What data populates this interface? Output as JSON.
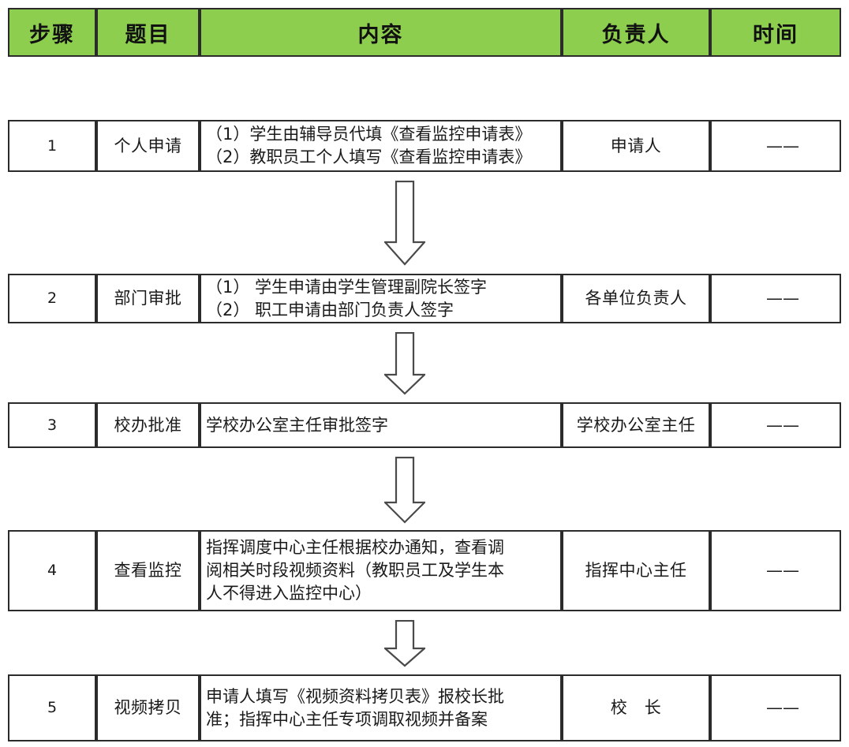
{
  "table": {
    "headers": [
      {
        "key": "step",
        "label": "步骤"
      },
      {
        "key": "title",
        "label": "题目"
      },
      {
        "key": "content",
        "label": "内容"
      },
      {
        "key": "owner",
        "label": "负责人"
      },
      {
        "key": "time",
        "label": "时间"
      }
    ],
    "header_bg": "#8DCE4F",
    "border_color": "#2B2B2B",
    "rows": [
      {
        "step": "1",
        "title": "个人申请",
        "content_lines": [
          "（1）学生由辅导员代填《查看监控申请表》",
          "（2）教职员工个人填写《查看监控申请表》"
        ],
        "owner": "申请人",
        "time": "——"
      },
      {
        "step": "2",
        "title": "部门审批",
        "content_lines": [
          "（1） 学生申请由学生管理副院长签字",
          "（2） 职工申请由部门负责人签字"
        ],
        "owner": "各单位负责人",
        "time": "——"
      },
      {
        "step": "3",
        "title": "校办批准",
        "content_lines": [
          "学校办公室主任审批签字"
        ],
        "owner": "学校办公室主任",
        "time": "——"
      },
      {
        "step": "4",
        "title": "查看监控",
        "content_lines": [
          "指挥调度中心主任根据校办通知，查看调",
          "阅相关时段视频资料（教职员工及学生本",
          "人不得进入监控中心）"
        ],
        "owner": "指挥中心主任",
        "time": "——"
      },
      {
        "step": "5",
        "title": "视频拷贝",
        "content_lines": [
          "申请人填写《视频资料拷贝表》报校长批",
          "准；指挥中心主任专项调取视频并备案"
        ],
        "owner": "校　长",
        "time": "——"
      }
    ],
    "connectors": [
      {
        "name": "arrow-step-1-to-2",
        "direction": "down"
      },
      {
        "name": "arrow-step-2-to-3",
        "direction": "down"
      },
      {
        "name": "arrow-step-3-to-4",
        "direction": "down"
      },
      {
        "name": "arrow-step-4-to-5",
        "direction": "down"
      }
    ]
  }
}
